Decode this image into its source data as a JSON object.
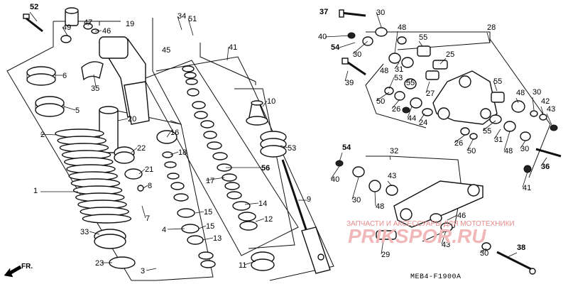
{
  "diagram_code": "MEB4-F1900A",
  "watermark": {
    "text": "ЗАПЧАСТИ И АКСЕССУАРЫ ДЛЯ МОТОТЕХНИКИ",
    "logo": "PRIKSPOR.RU",
    "color": "#e58a8a"
  },
  "direction_label": "FR.",
  "callouts": [
    {
      "id": "52",
      "label": "52"
    },
    {
      "id": "49",
      "label": "49"
    },
    {
      "id": "47",
      "label": "47"
    },
    {
      "id": "46",
      "label": "46"
    },
    {
      "id": "19",
      "label": "19"
    },
    {
      "id": "34",
      "label": "34"
    },
    {
      "id": "51",
      "label": "51"
    },
    {
      "id": "45",
      "label": "45"
    },
    {
      "id": "41a",
      "label": "41"
    },
    {
      "id": "37",
      "label": "37"
    },
    {
      "id": "30a",
      "label": "30"
    },
    {
      "id": "28",
      "label": "28"
    },
    {
      "id": "40a",
      "label": "40"
    },
    {
      "id": "48a",
      "label": "48"
    },
    {
      "id": "55a",
      "label": "55"
    },
    {
      "id": "54a",
      "label": "54"
    },
    {
      "id": "30b",
      "label": "30"
    },
    {
      "id": "25",
      "label": "25"
    },
    {
      "id": "48b",
      "label": "48"
    },
    {
      "id": "31a",
      "label": "31"
    },
    {
      "id": "27",
      "label": "27"
    },
    {
      "id": "39",
      "label": "39"
    },
    {
      "id": "53a",
      "label": "53"
    },
    {
      "id": "55b",
      "label": "55"
    },
    {
      "id": "50a",
      "label": "50"
    },
    {
      "id": "26a",
      "label": "26"
    },
    {
      "id": "44",
      "label": "44"
    },
    {
      "id": "24",
      "label": "24"
    },
    {
      "id": "55c",
      "label": "55"
    },
    {
      "id": "48c",
      "label": "48"
    },
    {
      "id": "30c",
      "label": "30"
    },
    {
      "id": "42",
      "label": "42"
    },
    {
      "id": "43a",
      "label": "43"
    },
    {
      "id": "26b",
      "label": "26"
    },
    {
      "id": "55d",
      "label": "55"
    },
    {
      "id": "31b",
      "label": "31"
    },
    {
      "id": "48d",
      "label": "48"
    },
    {
      "id": "50b",
      "label": "50"
    },
    {
      "id": "30d",
      "label": "30"
    },
    {
      "id": "36",
      "label": "36"
    },
    {
      "id": "41b",
      "label": "41"
    },
    {
      "id": "6",
      "label": "6"
    },
    {
      "id": "5",
      "label": "5"
    },
    {
      "id": "35",
      "label": "35"
    },
    {
      "id": "20",
      "label": "20"
    },
    {
      "id": "10",
      "label": "10"
    },
    {
      "id": "16",
      "label": "16"
    },
    {
      "id": "2",
      "label": "2"
    },
    {
      "id": "22",
      "label": "22"
    },
    {
      "id": "18",
      "label": "18"
    },
    {
      "id": "53b",
      "label": "53"
    },
    {
      "id": "21",
      "label": "21"
    },
    {
      "id": "56",
      "label": "56"
    },
    {
      "id": "17",
      "label": "17"
    },
    {
      "id": "8",
      "label": "8"
    },
    {
      "id": "1",
      "label": "1"
    },
    {
      "id": "14",
      "label": "14"
    },
    {
      "id": "9",
      "label": "9"
    },
    {
      "id": "7",
      "label": "7"
    },
    {
      "id": "15a",
      "label": "15"
    },
    {
      "id": "12",
      "label": "12"
    },
    {
      "id": "4",
      "label": "4"
    },
    {
      "id": "15b",
      "label": "15"
    },
    {
      "id": "33",
      "label": "33"
    },
    {
      "id": "13",
      "label": "13"
    },
    {
      "id": "23",
      "label": "23"
    },
    {
      "id": "11",
      "label": "11"
    },
    {
      "id": "3",
      "label": "3"
    },
    {
      "id": "54b",
      "label": "54"
    },
    {
      "id": "40b",
      "label": "40"
    },
    {
      "id": "32",
      "label": "32"
    },
    {
      "id": "43b",
      "label": "43"
    },
    {
      "id": "30e",
      "label": "30"
    },
    {
      "id": "48e",
      "label": "48"
    },
    {
      "id": "46b",
      "label": "46"
    },
    {
      "id": "43c",
      "label": "43"
    },
    {
      "id": "29",
      "label": "29"
    },
    {
      "id": "38",
      "label": "38"
    },
    {
      "id": "30f",
      "label": "30"
    }
  ]
}
